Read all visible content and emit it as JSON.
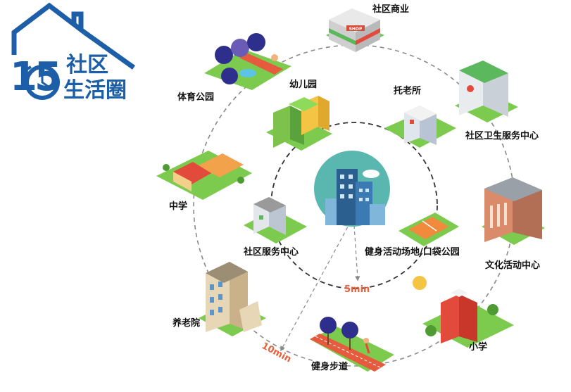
{
  "logo": {
    "number": "15",
    "line1": "社区",
    "line2": "生活圈",
    "color": "#1d5ea8"
  },
  "rings": {
    "inner_label": "5min",
    "outer_label": "10min",
    "label_color": "#e8603c"
  },
  "places": {
    "shop_sign": "SHOP",
    "commerce": "社区商业",
    "sports_park": "体育公园",
    "kindergarten": "幼儿园",
    "elderly_care": "托老所",
    "health_center": "社区卫生服务中心",
    "middle_school": "中学",
    "service_center": "社区服务中心",
    "fitness_area": "健身活动场地/口袋公园",
    "culture_center": "文化活动中心",
    "nursing_home": "养老院",
    "primary_school": "小学",
    "walking_path": "健身步道"
  }
}
